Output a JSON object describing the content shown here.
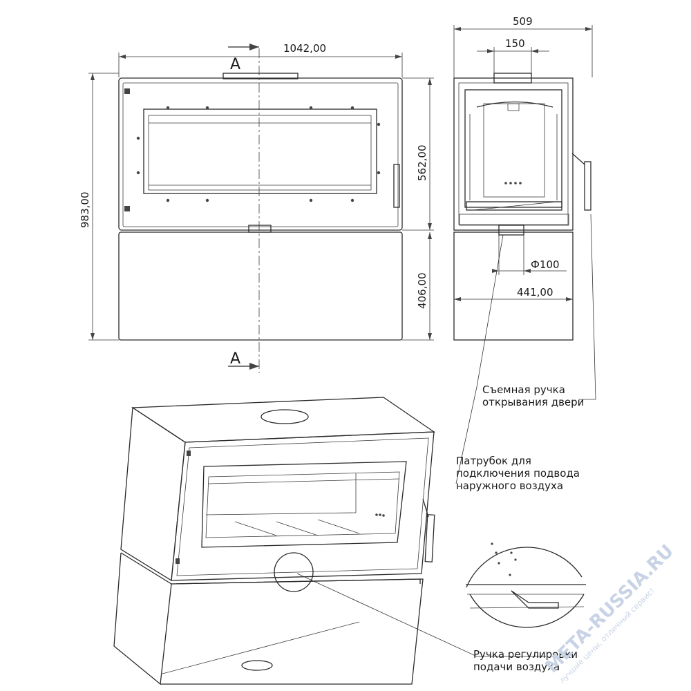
{
  "dimensions": {
    "width_front": "1042,00",
    "height_total": "983,00",
    "height_upper": "562,00",
    "height_lower": "406,00",
    "depth_total": "509",
    "flue_offset": "150",
    "air_pipe_diameter": "Ф100",
    "air_pipe_offset": "441,00"
  },
  "section_marks": {
    "top": "A",
    "bottom": "A"
  },
  "callouts": {
    "handle": [
      "Съемная ручка",
      "открывания двери"
    ],
    "air_pipe": [
      "Патрубок для",
      "подключения подвода",
      "наружного воздуха"
    ],
    "air_control": [
      "Ручка регулировки",
      "подачи воздуха"
    ]
  },
  "watermark": {
    "brand": "META-RUSSIA.RU",
    "slogan": "лучшие цены, отличный сервис!"
  }
}
